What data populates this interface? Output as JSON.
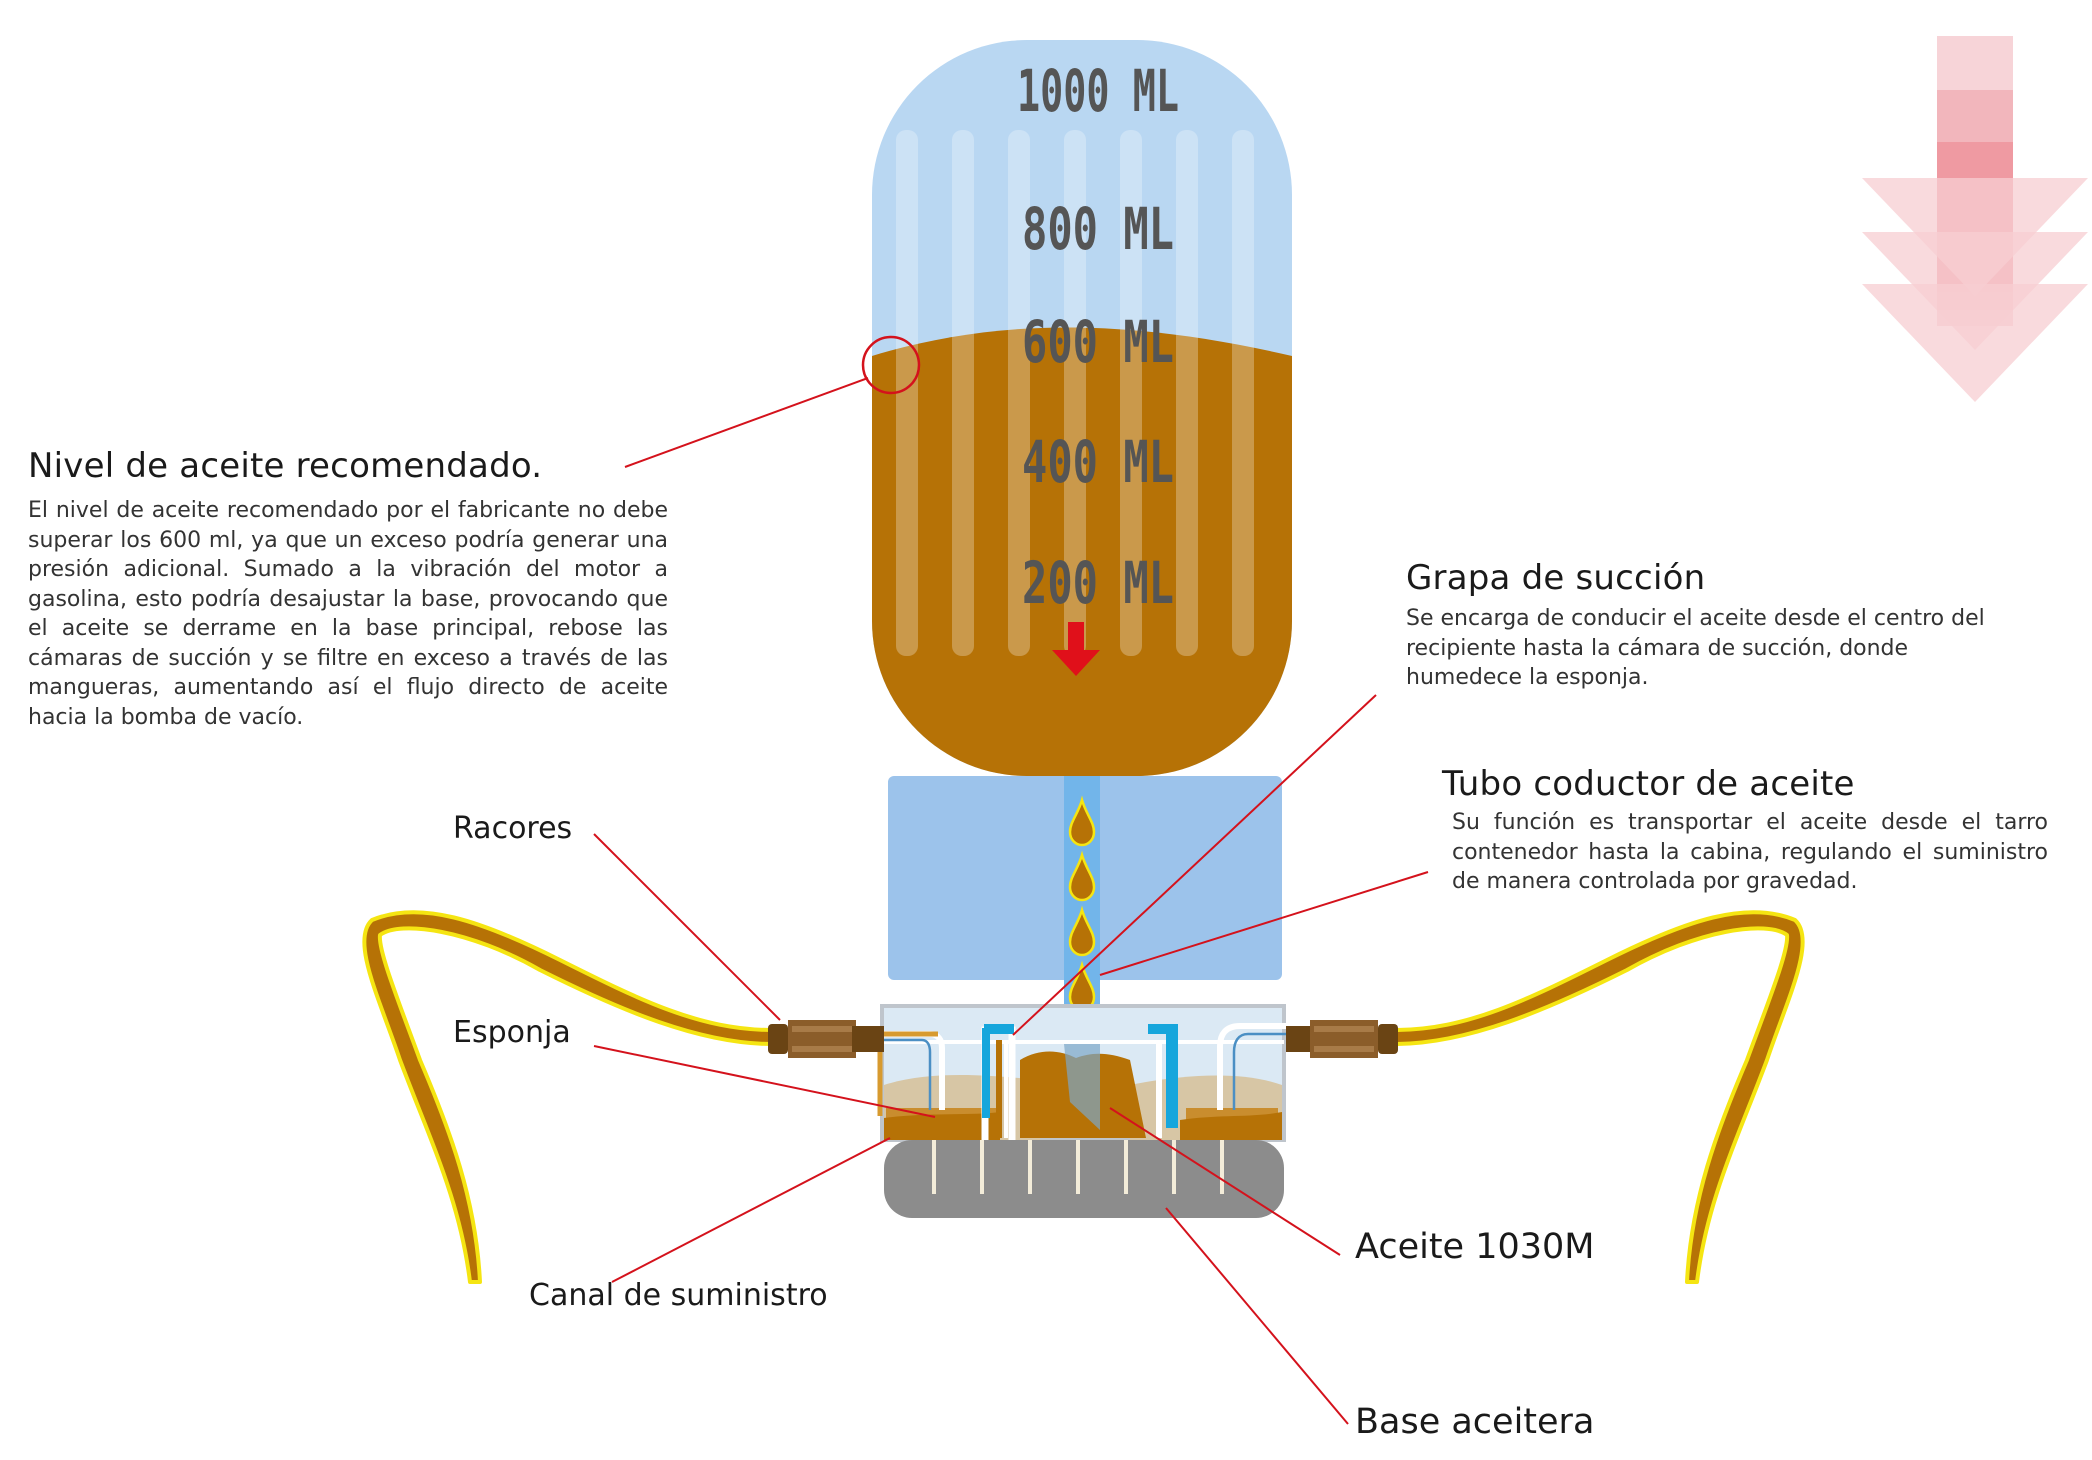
{
  "colors": {
    "oil": "#b67206",
    "oil_light": "#c99d5f",
    "glass": "#b9d7f2",
    "glass_dark": "#9cc3eb",
    "leader": "#d4121c",
    "tube_outline": "#f5e512",
    "fitting": "#6a4414",
    "base_gray": "#8c8c8c",
    "scale_text": "#555555",
    "cyan": "#16a6dc"
  },
  "scale": {
    "marks": [
      "1000 ML",
      "800 ML",
      "600 ML",
      "400 ML",
      "200 ML"
    ]
  },
  "callouts": {
    "nivel": {
      "title": "Nivel de aceite recomendado.",
      "body": "El nivel de aceite recomendado por el fabricante no debe superar los 600 ml, ya que un exceso podría generar una presión adicional. Sumado a la vibración del motor a gasolina, esto podría desajustar la base, provocando que el aceite se derrame en la base principal, rebose las cámaras de succión y se filtre en exceso a través de las mangueras, aumentando así el flujo directo de aceite hacia la bomba de vacío."
    },
    "grapa": {
      "title": "Grapa de succión",
      "body": "Se encarga de conducir el aceite desde el centro del recipiente hasta la cámara de succión, donde humedece la esponja."
    },
    "tubo": {
      "title": "Tubo coductor de aceite",
      "body": "Su función es transportar el aceite desde el tarro contenedor hasta la cabina, regulando el suministro de manera controlada por gravedad."
    }
  },
  "labels": {
    "racores": "Racores",
    "esponja": "Esponja",
    "canal": "Canal de suministro",
    "aceite": "Aceite 1030M",
    "base": "Base aceitera"
  }
}
